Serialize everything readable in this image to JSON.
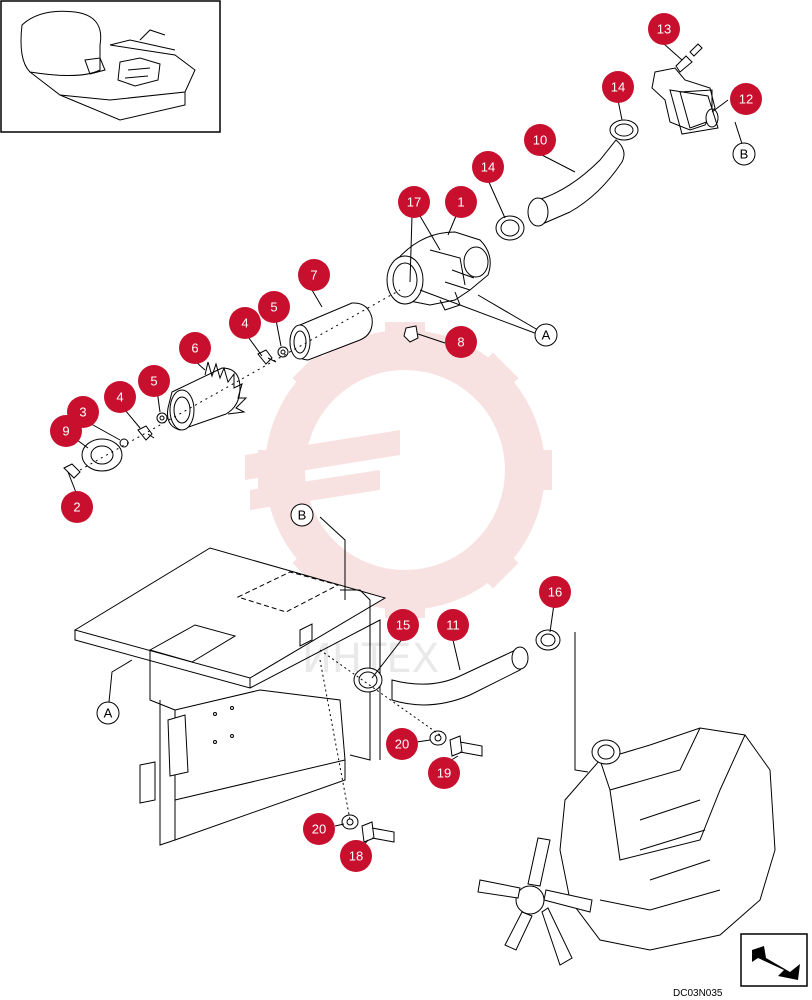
{
  "drawing_code": "DC03N035",
  "watermark_text": "ИНТЕХ",
  "colors": {
    "callout_fill": "#c8102e",
    "line": "#000000",
    "watermark": "#f3c4c4"
  },
  "callouts": [
    "1",
    "2",
    "3",
    "4",
    "4",
    "5",
    "5",
    "6",
    "7",
    "8",
    "9",
    "10",
    "11",
    "12",
    "13",
    "14",
    "14",
    "15",
    "16",
    "17",
    "18",
    "19",
    "20",
    "20"
  ],
  "reference_marks": [
    "A",
    "A",
    "B",
    "B"
  ],
  "icons": {
    "inset": "machine-overview-icon",
    "orientation": "front-direction-arrow-icon"
  }
}
